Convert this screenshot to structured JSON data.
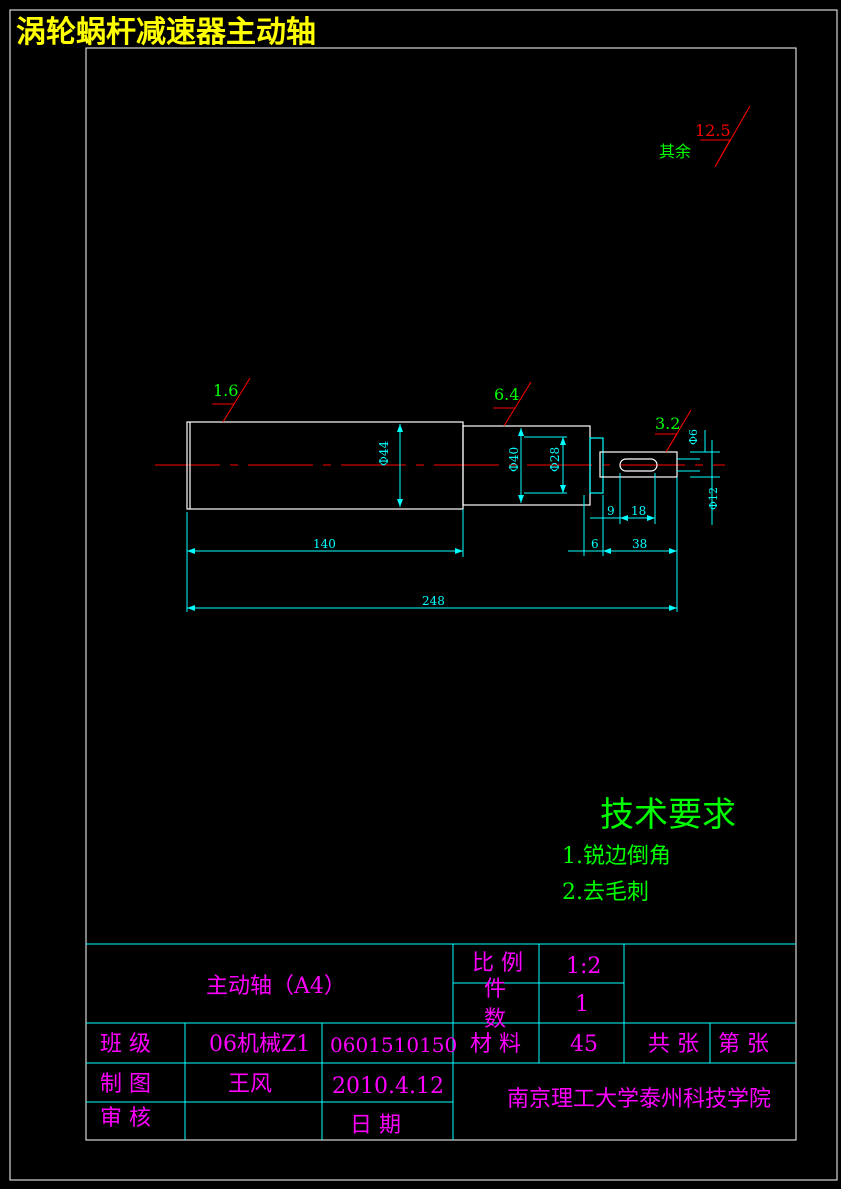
{
  "title": "涡轮蜗杆减速器主动轴",
  "roughness": {
    "other": {
      "label": "其余",
      "value": "12.5"
    },
    "shaft_left": "1.6",
    "shaft_mid": "6.4",
    "shaft_right": "3.2"
  },
  "dimensions": {
    "d44": "Φ44",
    "d40": "Φ40",
    "d28": "Φ28",
    "d6": "Φ6",
    "d12": "Φ12",
    "len140": "140",
    "len248": "248",
    "len9": "9",
    "len18": "18",
    "len6": "6",
    "len38": "38"
  },
  "tech_requirements": {
    "heading": "技术要求",
    "items": [
      "1.锐边倒角",
      "2.去毛刺"
    ]
  },
  "title_block": {
    "part_name": "主动轴（A4）",
    "scale_label": "比 例",
    "scale_value": "1:2",
    "quantity_label": "件 数",
    "quantity_value": "1",
    "class_label": "班  级",
    "class_value": "06机械Z1",
    "student_id": "0601510150",
    "material_label": "材 料",
    "material_value": "45",
    "sheets_label": "共  张",
    "sheet_no_label": "第  张",
    "drawn_label": "制  图",
    "drawn_value": "王风",
    "date_value": "2010.4.12",
    "checked_label": "审  核",
    "date_label": "日 期",
    "school": "南京理工大学泰州科技学院"
  },
  "colors": {
    "outline": "#ffffff",
    "dimension": "#00ffff",
    "centerline": "#ff0000",
    "annotation": "#00ff00",
    "titleblock_text": "#ff00ff",
    "title": "#ffff00"
  }
}
